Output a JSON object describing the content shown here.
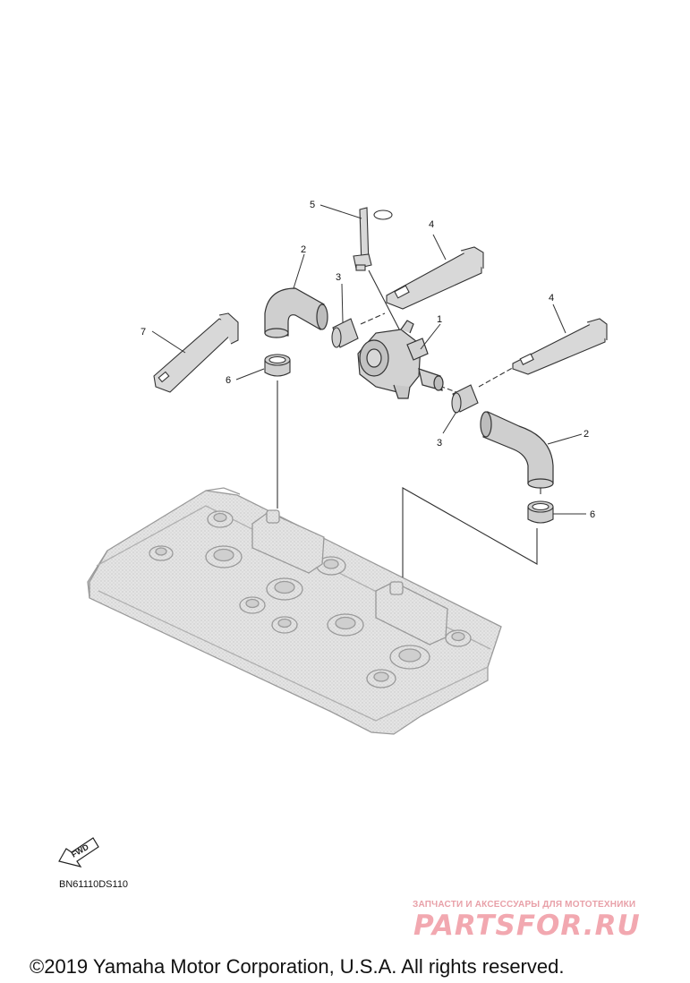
{
  "callouts": [
    "1",
    "2",
    "2",
    "3",
    "3",
    "4",
    "4",
    "5",
    "6",
    "6",
    "7"
  ],
  "fwd_label": "FWD",
  "diagram_code": "BN61110DS110",
  "watermark": {
    "subtitle": "ЗАПЧАСТИ И АКСЕССУАРЫ ДЛЯ МОТОТЕХНИКИ",
    "brand": "PARTSFOR.RU"
  },
  "copyright": "©2019 Yamaha Motor Corporation, U.S.A. All rights reserved.",
  "colors": {
    "line": "#333333",
    "part_fill": "#d8d8d8",
    "cover_fill": "#e2e2e2",
    "watermark": "#f2a8b0"
  }
}
